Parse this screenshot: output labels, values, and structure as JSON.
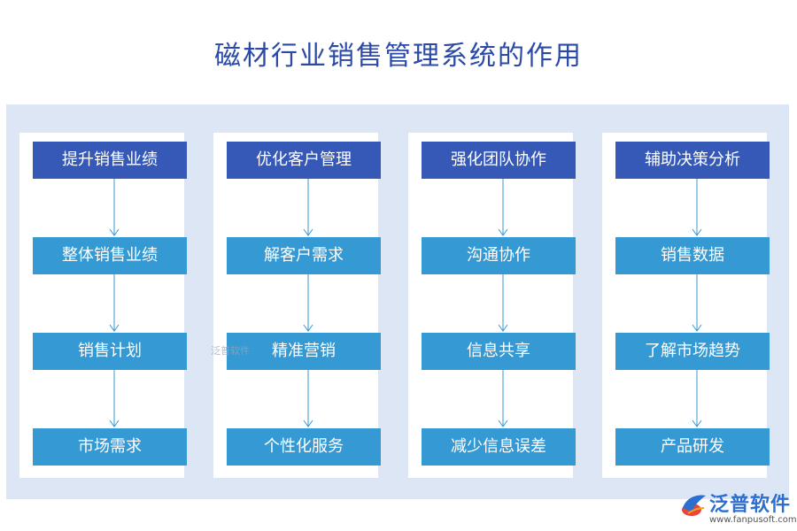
{
  "title": "磁材行业销售管理系统的作用",
  "columns": [
    {
      "header": "提升销售业绩",
      "items": [
        "整体销售业绩",
        "销售计划",
        "市场需求"
      ]
    },
    {
      "header": "优化客户管理",
      "items": [
        "解客户需求",
        "精准营销",
        "个性化服务"
      ]
    },
    {
      "header": "强化团队协作",
      "items": [
        "沟通协作",
        "信息共享",
        "减少信息误差"
      ]
    },
    {
      "header": "辅助决策分析",
      "items": [
        "销售数据",
        "了解市场趋势",
        "产品研发"
      ]
    }
  ],
  "watermark": "泛普软件",
  "brand": {
    "name": "泛普软件",
    "url": "www.fanpusoft.com"
  },
  "colors": {
    "title": "#2b4aa8",
    "header_fill": "#3659b7",
    "node_fill": "#3599d3",
    "panel": "#dde6f4",
    "arrow": "#3599d3"
  }
}
